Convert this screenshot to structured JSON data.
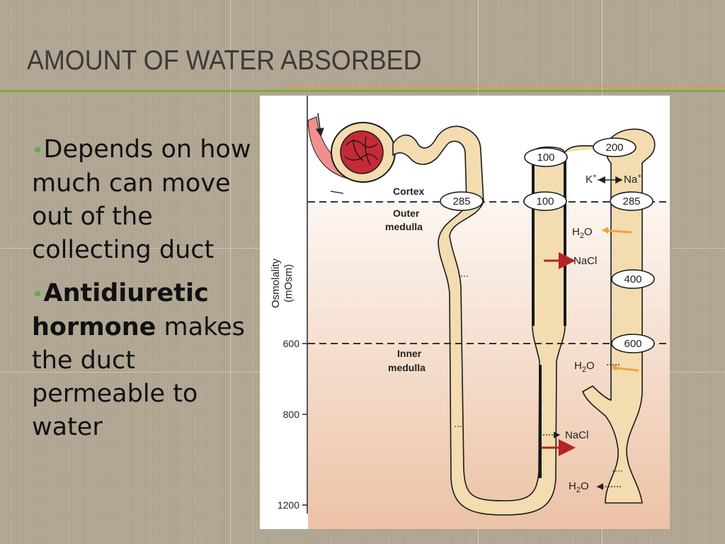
{
  "slide": {
    "title": "AMOUNT OF WATER ABSORBED",
    "bullets": [
      {
        "text": "Depends on how much can move out of the collecting duct"
      },
      {
        "bold": "Antidiuretic hormone",
        "rest": " makes the duct permeable to water"
      }
    ]
  },
  "figure": {
    "axis_label": "Osmolality",
    "axis_unit": "(mOsm)",
    "ticks": [
      "600",
      "800",
      "1200"
    ],
    "regions": {
      "cortex": "Cortex",
      "outer_medulla_1": "Outer",
      "outer_medulla_2": "medulla",
      "inner_medulla_1": "Inner",
      "inner_medulla_2": "medulla"
    },
    "bubbles": {
      "top_ascending": "100",
      "top_duct": "200",
      "desc_boundary": "285",
      "asc_boundary": "100",
      "duct_boundary": "285",
      "duct_mid": "400",
      "duct_600": "600"
    },
    "labels": {
      "k": "K",
      "na": "Na",
      "h2o_1": "H",
      "h2o_2": "H",
      "h2o_3": "H",
      "h2o_sub": "2",
      "h2o_o": "O",
      "nacl_1": "NaCl",
      "nacl_2": "NaCl",
      "plus": "+"
    },
    "colors": {
      "tubule": "#f2dcb0",
      "outline": "#1a1a1a",
      "gradient_top": "#fdf6f1",
      "gradient_bottom": "#ecc2a6",
      "arrow_red": "#b52323",
      "arrow_orange": "#f0a23a",
      "glomerulus": "#c62a36",
      "vessel": "#f08f8f"
    }
  }
}
